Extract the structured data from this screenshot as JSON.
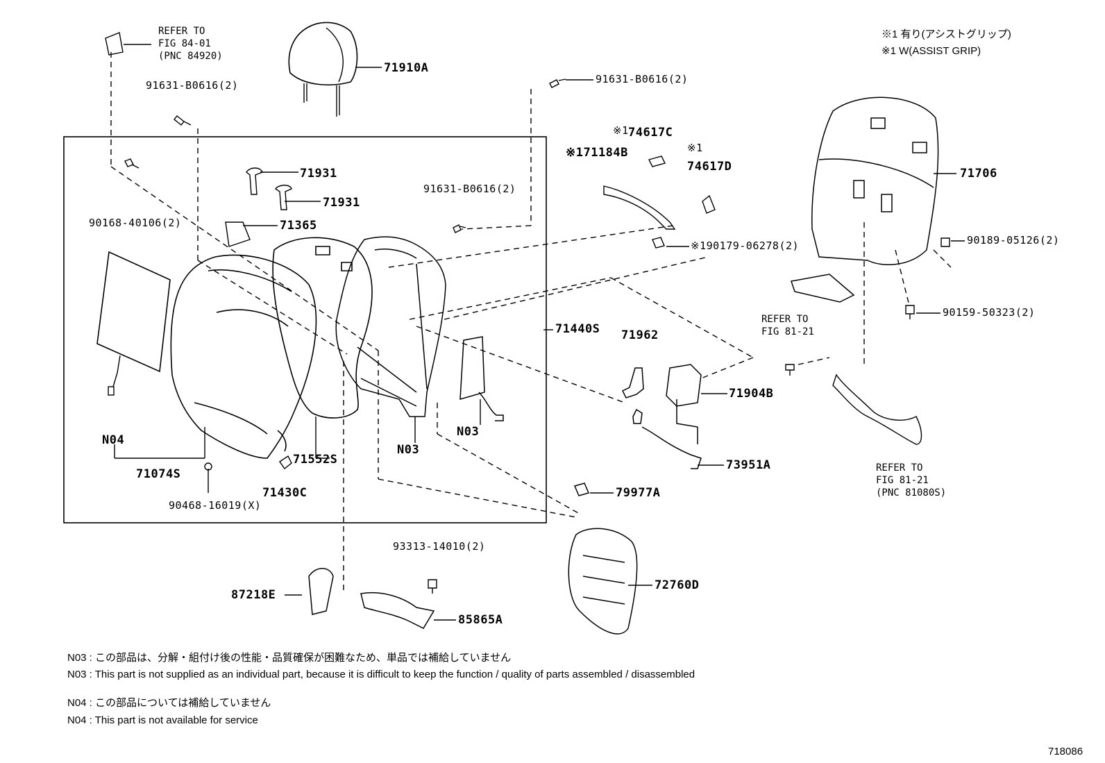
{
  "legend": {
    "line1": "※1 有り(アシストグリップ)",
    "line2": "※1 W(ASSIST GRIP)"
  },
  "refs": {
    "fig_84_01": "REFER TO\nFIG 84-01\n(PNC 84920)",
    "fig_81_21_a": "REFER TO\nFIG 81-21",
    "fig_81_21_b": "REFER TO\nFIG 81-21\n(PNC 81080S)"
  },
  "parts": {
    "p71910A": "71910A",
    "p91631_top": "91631-B0616(2)",
    "p91631_right": "91631-B0616(2)",
    "p91631_mid": "91631-B0616(2)",
    "p71931_a": "71931",
    "p71931_b": "71931",
    "p90168": "90168-40106(2)",
    "p71365": "71365",
    "p74617C": "74617C",
    "p74617C_mark": "※1",
    "p71184B": "※171184B",
    "p74617D_mark": "※1",
    "p74617D": "74617D",
    "p90179": "※190179-06278(2)",
    "p71706": "71706",
    "p90189": "90189-05126(2)",
    "p90159": "90159-50323(2)",
    "p71440S": "71440S",
    "p71962": "71962",
    "p71904B": "71904B",
    "p73951A": "73951A",
    "p79977A": "79977A",
    "p72760D": "72760D",
    "p93313": "93313-14010(2)",
    "p87218E": "87218E",
    "p85865A": "85865A",
    "pN04": "N04",
    "pN03_a": "N03",
    "pN03_b": "N03",
    "p71074S": "71074S",
    "p71552S": "71552S",
    "p71430C": "71430C",
    "p90468": "90468-16019(X)"
  },
  "notes": {
    "n03_jp": "N03 : この部品は、分解・組付け後の性能・品質確保が困難なため、単品では補給していません",
    "n03_en": "N03 : This part is not supplied as an individual part, because it is difficult to keep the function /  quality of parts assembled / disassembled",
    "n04_jp": "N04 : この部品については補給していません",
    "n04_en": "N04 : This part is not available for service"
  },
  "figure_number": "718086"
}
